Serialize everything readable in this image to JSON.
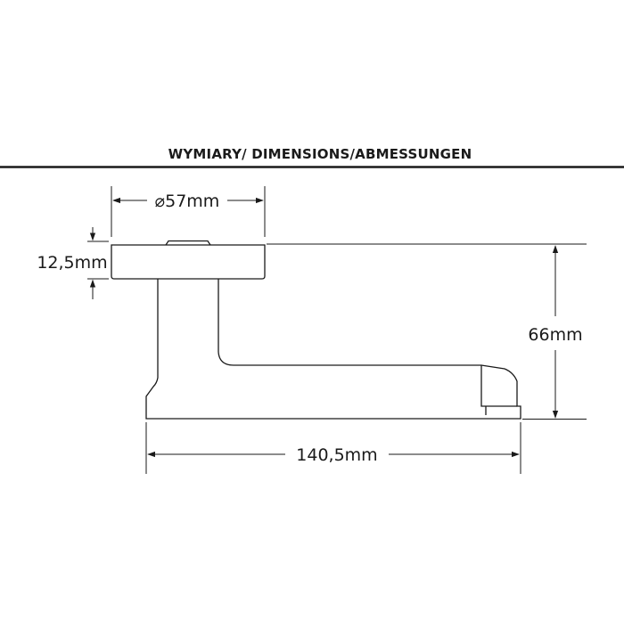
{
  "heading": "WYMIARY/ DIMENSIONS/ABMESSUNGEN",
  "dimensions": {
    "rose_diameter": "⌀57mm",
    "rose_thickness": "12,5mm",
    "height": "66mm",
    "length": "140,5mm"
  },
  "colors": {
    "line": "#1a1a1a",
    "background": "#ffffff"
  }
}
